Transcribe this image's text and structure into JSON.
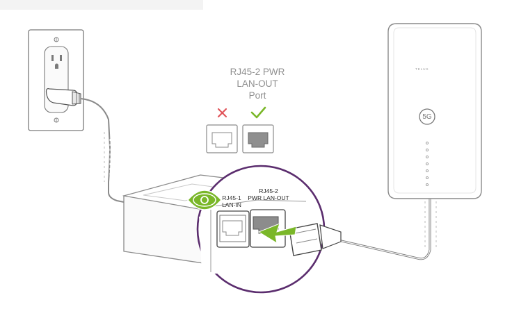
{
  "port_caption": {
    "line1": "RJ45-2 PWR",
    "line2": "LAN-OUT",
    "line3": "Port"
  },
  "port_choices": [
    {
      "mark": "×",
      "correct": false,
      "mark_color": "#e0545a"
    },
    {
      "mark": "✓",
      "correct": true,
      "mark_color": "#7ab729"
    }
  ],
  "zoom": {
    "lan_in_line1": "RJ45-1",
    "lan_in_line2": "LAN-IN",
    "pwr_out_line1": "RJ45-2",
    "pwr_out_line2": "PWR LAN-OUT"
  },
  "device": {
    "brand": "TELUS",
    "badge": "5G"
  },
  "colors": {
    "accent_green": "#7ab729",
    "error_red": "#e0545a",
    "zoom_ring": "#5b2d6e",
    "line_gray": "#8a8a8a"
  },
  "icons": [
    "eye-icon",
    "check-icon",
    "cross-icon",
    "arrow-icon"
  ]
}
